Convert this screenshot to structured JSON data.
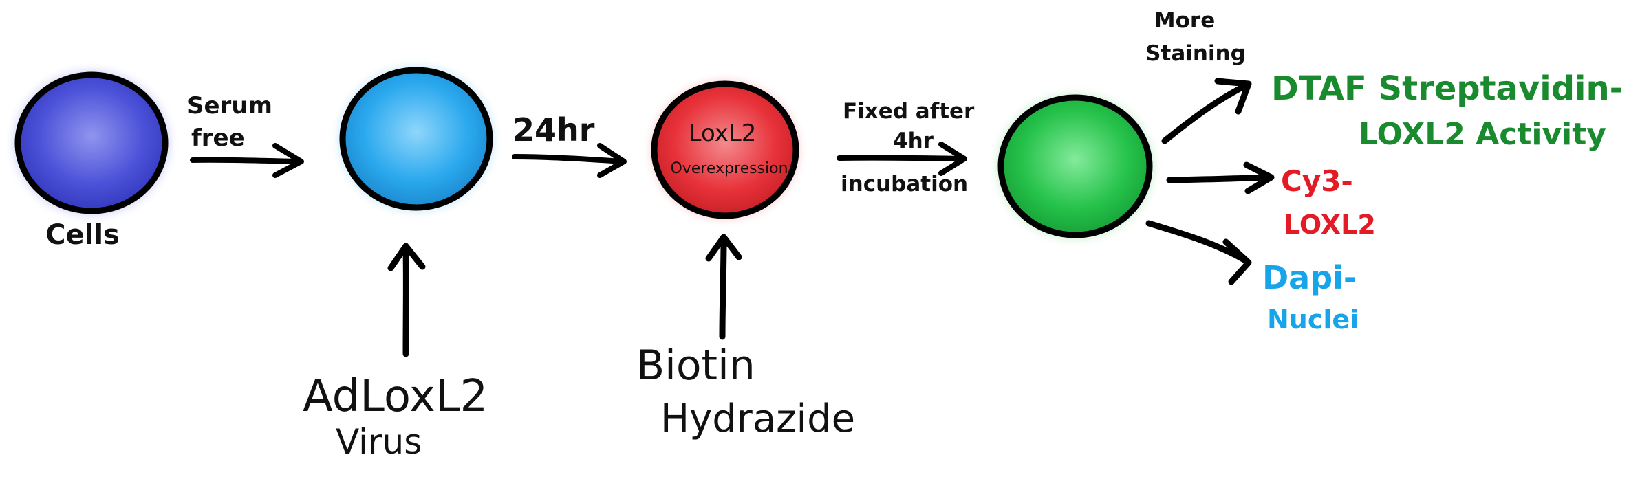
{
  "colors": {
    "cells": "#4a4fd6",
    "virus": "#2aa8ee",
    "overexpression": "#e8323a",
    "fixed": "#25c24a",
    "dtaf": "#1a8a2e",
    "cy3": "#e21b24",
    "dapi": "#16a4ea",
    "ink": "#111111"
  },
  "cells_label": "Cells",
  "step1": {
    "line1": "Serum",
    "line2": "free"
  },
  "step2": {
    "label": "24hr"
  },
  "loxl2_cell": {
    "line1": "LoxL2",
    "line2": "Overexpression"
  },
  "step3": {
    "line1": "Fixed after",
    "line2": "4hr",
    "line3": "incubation"
  },
  "virus_input": {
    "line1": "AdLoxL2",
    "line2": "Virus"
  },
  "biotin_input": {
    "line1": "Biotin",
    "line2": "Hydrazide"
  },
  "more_staining": {
    "line1": "More",
    "line2": "Staining"
  },
  "outputs": {
    "dtaf": {
      "line1": "DTAF Streptavidin-",
      "line2": "LOXL2 Activity"
    },
    "cy3": {
      "line1": "Cy3-",
      "line2": "LOXL2"
    },
    "dapi": {
      "line1": "Dapi-",
      "line2": "Nuclei"
    }
  }
}
